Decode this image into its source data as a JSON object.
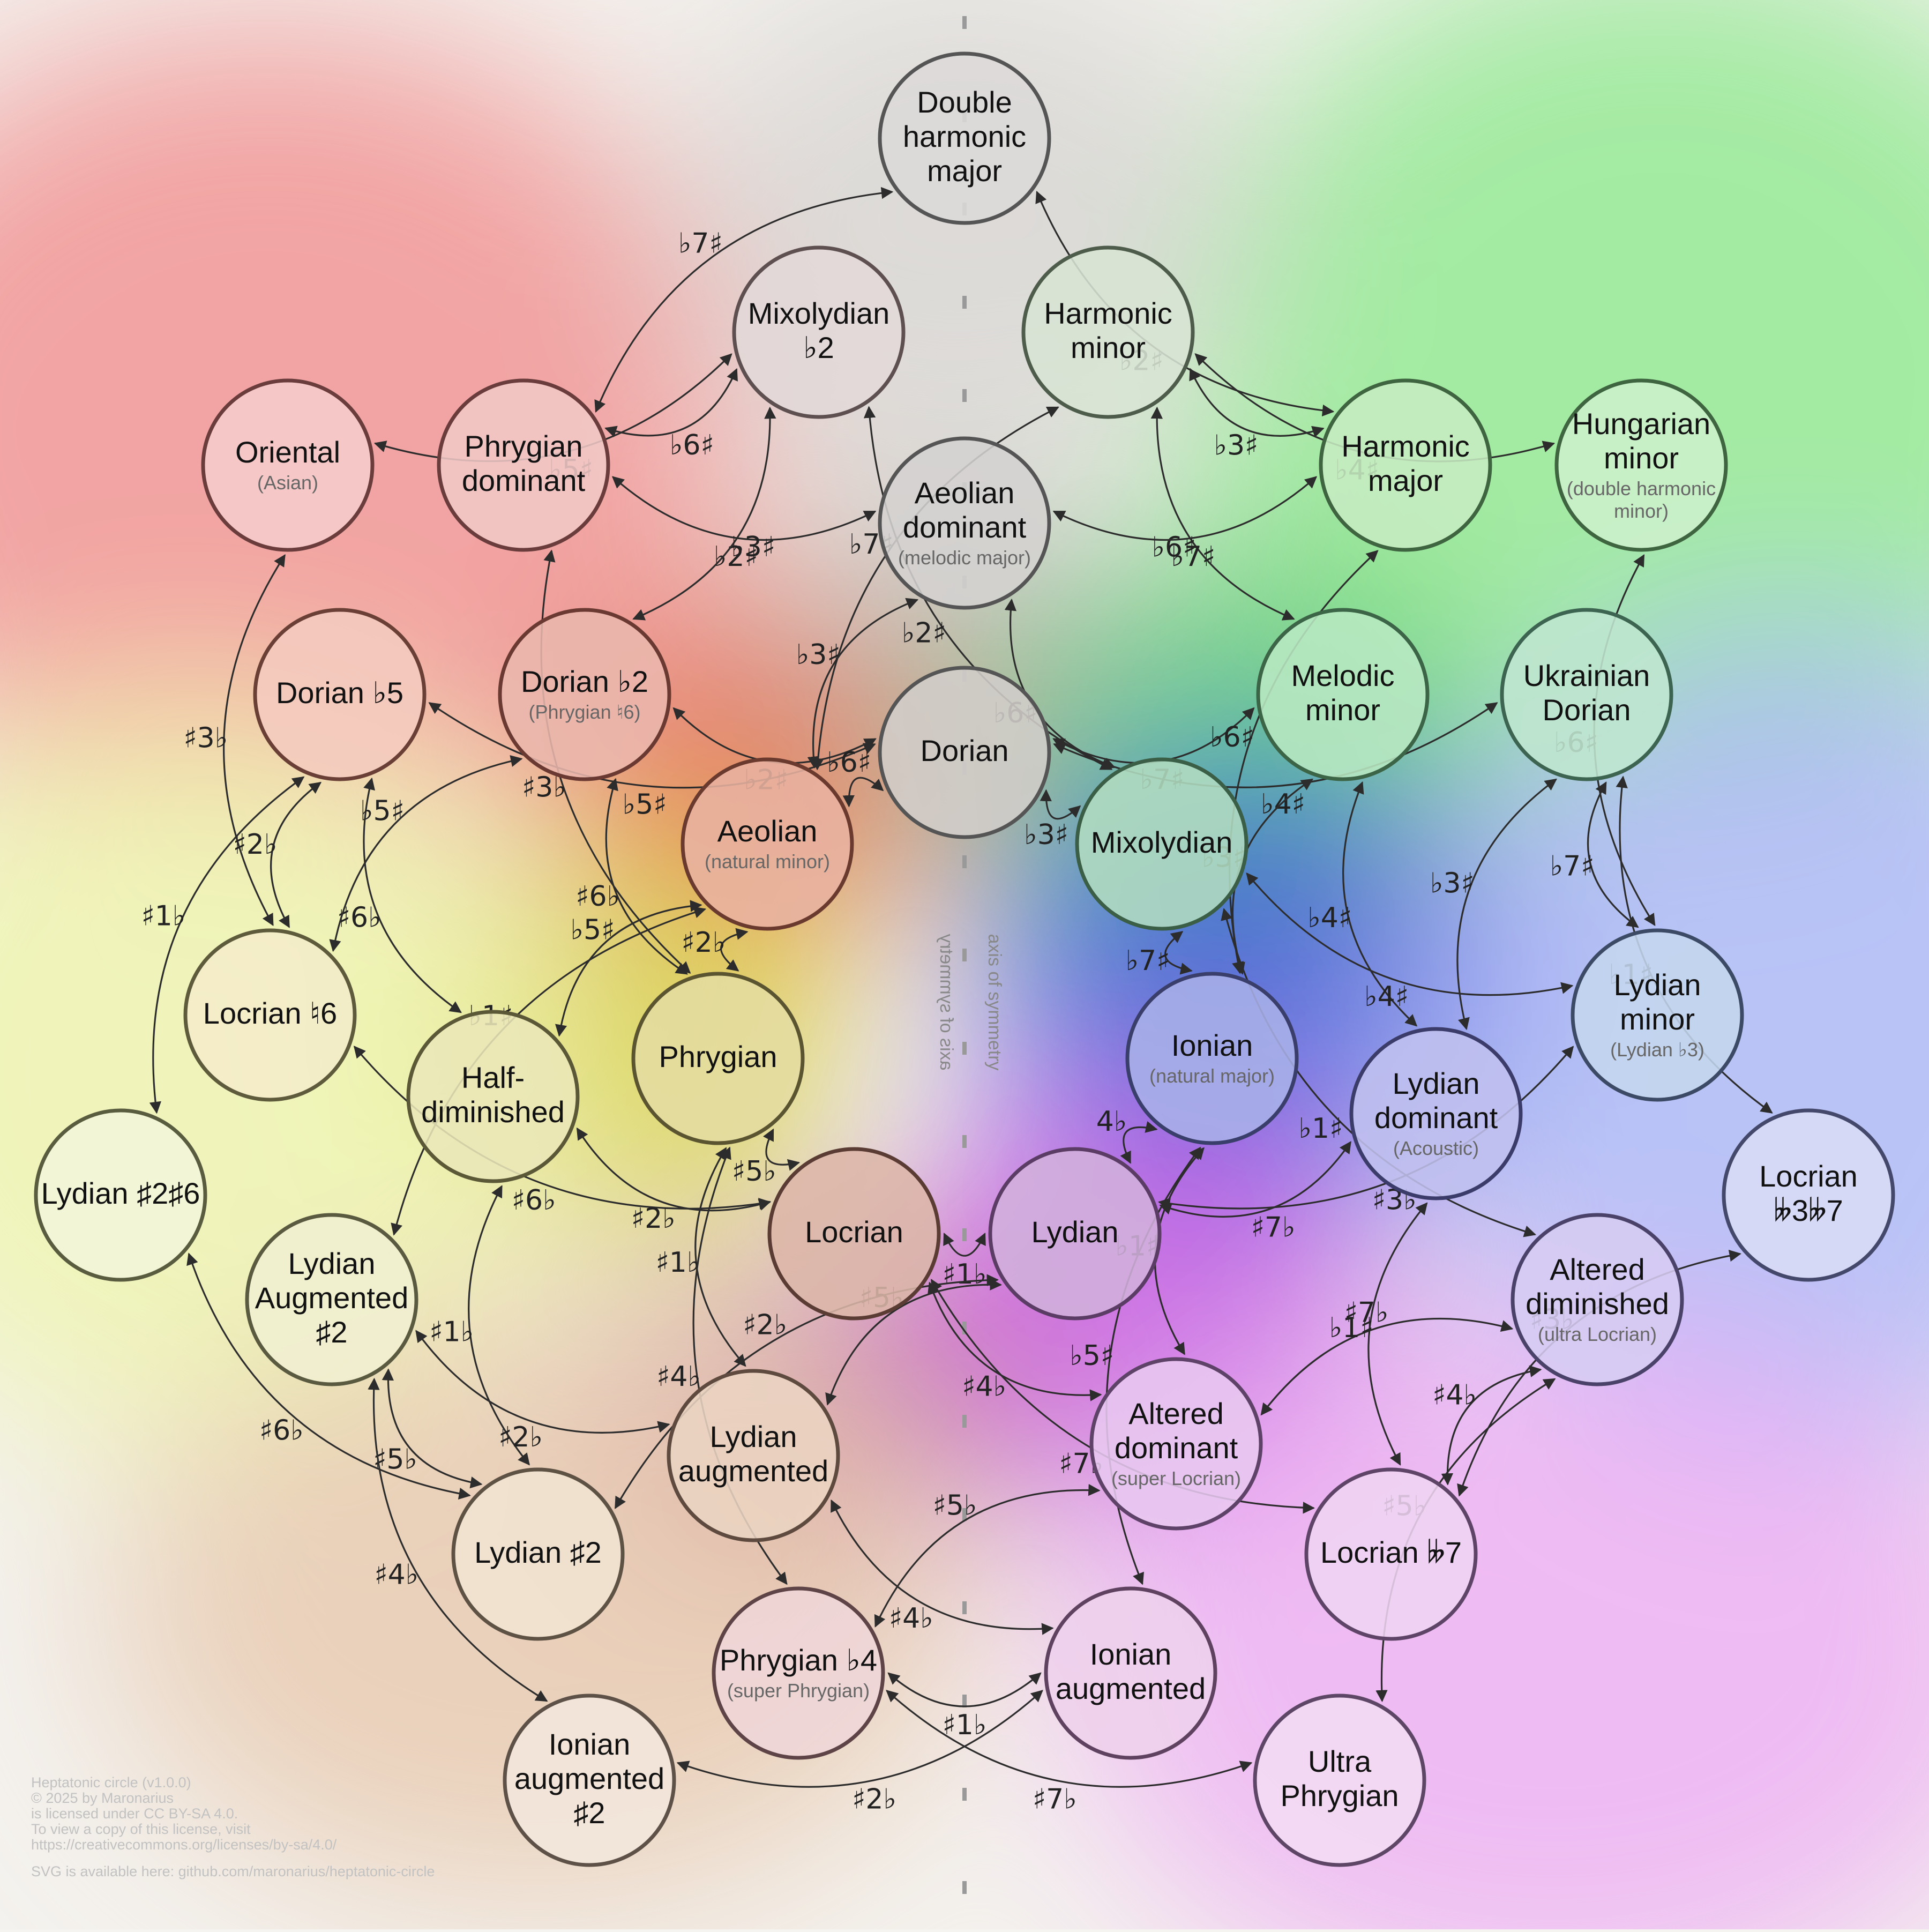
{
  "nodes": [
    {
      "id": "n1",
      "lines": [
        "Double",
        "harmonic",
        "major"
      ],
      "color": "#dcdad8",
      "stroke": "#555555"
    },
    {
      "id": "n2",
      "lines": [
        "Mixolydian",
        "♭2"
      ],
      "color": "#e2d8d8",
      "stroke": "#5e5050"
    },
    {
      "id": "n3",
      "lines": [
        "Harmonic",
        "minor"
      ],
      "color": "#d8e4d4",
      "stroke": "#4e5c4c"
    },
    {
      "id": "n4",
      "lines": [
        "Oriental"
      ],
      "sub": "(Asian)",
      "color": "#f5cccc",
      "stroke": "#6a3c3c"
    },
    {
      "id": "n5",
      "lines": [
        "Phrygian",
        "dominant"
      ],
      "color": "#f0c8c6",
      "stroke": "#6a3c3c"
    },
    {
      "id": "n6",
      "lines": [
        "Aeolian",
        "dominant"
      ],
      "sub": "(melodic major)",
      "color": "#d4d2d0",
      "stroke": "#555555"
    },
    {
      "id": "n7",
      "lines": [
        "Harmonic",
        "major"
      ],
      "color": "#c6ecc2",
      "stroke": "#3e6440"
    },
    {
      "id": "n8",
      "lines": [
        "Hungarian",
        "minor"
      ],
      "sub": "(double harmonic minor)",
      "subLines": [
        "(double harmonic",
        "minor)"
      ],
      "color": "#cdf0cc",
      "stroke": "#3e6440"
    },
    {
      "id": "n9",
      "lines": [
        "Dorian ♭5"
      ],
      "color": "#f4cbbf",
      "stroke": "#6a4036"
    },
    {
      "id": "n10",
      "lines": [
        "Dorian ♭2"
      ],
      "sub": "(Phrygian ♮6)",
      "color": "#eab7ad",
      "stroke": "#6a3a32"
    },
    {
      "id": "n11",
      "lines": [
        "Dorian"
      ],
      "color": "#d2cdca",
      "stroke": "#555555"
    },
    {
      "id": "n12",
      "lines": [
        "Melodic",
        "minor"
      ],
      "color": "#b8e8c2",
      "stroke": "#3c6446"
    },
    {
      "id": "n13",
      "lines": [
        "Ukrainian",
        "Dorian"
      ],
      "color": "#bfe6cf",
      "stroke": "#3c6450"
    },
    {
      "id": "n14",
      "lines": [
        "Aeolian"
      ],
      "sub": "(natural minor)",
      "color": "#e8b2a0",
      "stroke": "#6a3a2e"
    },
    {
      "id": "n15",
      "lines": [
        "Mixolydian"
      ],
      "color": "#b2dcc0",
      "stroke": "#3a5e46"
    },
    {
      "id": "n16",
      "lines": [
        "Locrian ♮6"
      ],
      "color": "#f4ecca",
      "stroke": "#5e5a3c"
    },
    {
      "id": "n17",
      "lines": [
        "Ionian"
      ],
      "sub": "(natural major)",
      "color": "#a8b0e8",
      "stroke": "#3a3e6a"
    },
    {
      "id": "n18",
      "lines": [
        "Lydian",
        "minor"
      ],
      "sub": "(Lydian ♭3)",
      "color": "#c4d6ee",
      "stroke": "#3c4a66"
    },
    {
      "id": "n19",
      "lines": [
        "Half-",
        "diminished"
      ],
      "color": "#eae7b8",
      "stroke": "#5a5836"
    },
    {
      "id": "n20",
      "lines": [
        "Phrygian"
      ],
      "color": "#e4dca0",
      "stroke": "#5a5430"
    },
    {
      "id": "n21",
      "lines": [
        "Lydian",
        "dominant"
      ],
      "sub": "(Acoustic)",
      "color": "#c0c0ef",
      "stroke": "#3c3c6a"
    },
    {
      "id": "n22",
      "lines": [
        "Lydian ♯2♯6"
      ],
      "color": "#f2f6da",
      "stroke": "#5a5c40"
    },
    {
      "id": "n23",
      "lines": [
        "Locrian"
      ],
      "color": "#dcb6a8",
      "stroke": "#5a3c34"
    },
    {
      "id": "n24",
      "lines": [
        "Lydian"
      ],
      "color": "#d2b0dc",
      "stroke": "#5a3c64"
    },
    {
      "id": "n25",
      "lines": [
        "Locrian",
        "𝄫3𝄫7"
      ],
      "color": "#d8dcf6",
      "stroke": "#44486a"
    },
    {
      "id": "n26",
      "lines": [
        "Lydian",
        "Augmented",
        "♯2"
      ],
      "color": "#f0efd0",
      "stroke": "#5a5a40"
    },
    {
      "id": "n27",
      "lines": [
        "Altered",
        "diminished"
      ],
      "sub": "(ultra Locrian)",
      "color": "#d6ccf2",
      "stroke": "#4a4268"
    },
    {
      "id": "n28",
      "lines": [
        "Lydian",
        "augmented"
      ],
      "color": "#ead4c2",
      "stroke": "#5e4a3e"
    },
    {
      "id": "n29",
      "lines": [
        "Altered",
        "dominant"
      ],
      "sub": "(super Locrian)",
      "color": "#e8c8f0",
      "stroke": "#5e4268"
    },
    {
      "id": "n30",
      "lines": [
        "Lydian ♯2"
      ],
      "color": "#f0e4d2",
      "stroke": "#5e5244"
    },
    {
      "id": "n31",
      "lines": [
        "Locrian 𝄫7"
      ],
      "color": "#efd4f2",
      "stroke": "#5e4466"
    },
    {
      "id": "n32",
      "lines": [
        "Phrygian ♭4"
      ],
      "sub": "(super Phrygian)",
      "color": "#efd6d8",
      "stroke": "#5e4446"
    },
    {
      "id": "n33",
      "lines": [
        "Ionian",
        "augmented"
      ],
      "color": "#eed0ec",
      "stroke": "#5e4260"
    },
    {
      "id": "n34",
      "lines": [
        "Ionian",
        "augmented",
        "♯2"
      ],
      "color": "#f2e6dc",
      "stroke": "#5e5248"
    },
    {
      "id": "n35",
      "lines": [
        "Ultra",
        "Phrygian"
      ],
      "color": "#f4dcf4",
      "stroke": "#5e4666"
    }
  ],
  "edges": [
    {
      "from": "n1",
      "to": "n5",
      "label": "♭7♯"
    },
    {
      "from": "n1",
      "to": "n7",
      "label": "♭2♯"
    },
    {
      "from": "n4",
      "to": "n2",
      "label": "♭5♯"
    },
    {
      "from": "n3",
      "to": "n8",
      "label": "♭4♯"
    },
    {
      "from": "n5",
      "to": "n2",
      "label": "♭6♯"
    },
    {
      "from": "n5",
      "to": "n6",
      "label": "♭2♯"
    },
    {
      "from": "n10",
      "to": "n2",
      "label": "♭3♯"
    },
    {
      "from": "n2",
      "to": "n15",
      "label": "♭2♯"
    },
    {
      "from": "n3",
      "to": "n14",
      "label": "♭7♯"
    },
    {
      "from": "n3",
      "to": "n7",
      "label": "♭3♯"
    },
    {
      "from": "n3",
      "to": "n12",
      "label": "♭6♯"
    },
    {
      "from": "n6",
      "to": "n7",
      "label": "♭7♯"
    },
    {
      "from": "n6",
      "to": "n14",
      "label": "♭3♯"
    },
    {
      "from": "n6",
      "to": "n15",
      "label": "♭6♯"
    },
    {
      "from": "n9",
      "to": "n11",
      "label": "♭5♯"
    },
    {
      "from": "n11",
      "to": "n13",
      "label": "♭4♯"
    },
    {
      "from": "n10",
      "to": "n11",
      "label": "♭2♯"
    },
    {
      "from": "n11",
      "to": "n12",
      "label": "♭7♯"
    },
    {
      "from": "n4",
      "to": "n16",
      "label": "♯3♭"
    },
    {
      "from": "n5",
      "to": "n20",
      "label": "♯3♭"
    },
    {
      "from": "n7",
      "to": "n17",
      "label": "♭6♯"
    },
    {
      "from": "n8",
      "to": "n18",
      "label": "♭6♯"
    },
    {
      "from": "n9",
      "to": "n22",
      "label": "♯1♭"
    },
    {
      "from": "n9",
      "to": "n16",
      "label": "♯2♭"
    },
    {
      "from": "n9",
      "to": "n19",
      "label": "♯6♭"
    },
    {
      "from": "n10",
      "to": "n16",
      "label": "♭5♯"
    },
    {
      "from": "n10",
      "to": "n20",
      "label": "♯6♭"
    },
    {
      "from": "n11",
      "to": "n14",
      "label": "♭6♯"
    },
    {
      "from": "n11",
      "to": "n15",
      "label": "♭3♯"
    },
    {
      "from": "n12",
      "to": "n17",
      "label": "♭3♯"
    },
    {
      "from": "n12",
      "to": "n21",
      "label": "♭4♯"
    },
    {
      "from": "n13",
      "to": "n21",
      "label": "♭3♯"
    },
    {
      "from": "n13",
      "to": "n18",
      "label": "♭7♯"
    },
    {
      "from": "n13",
      "to": "n25",
      "label": "♭1♯"
    },
    {
      "from": "n15",
      "to": "n18",
      "label": "♭4♯"
    },
    {
      "from": "n15",
      "to": "n27",
      "label": "♭1♯"
    },
    {
      "from": "n14",
      "to": "n19",
      "label": "♭5♯"
    },
    {
      "from": "n14",
      "to": "n20",
      "label": "♯2♭"
    },
    {
      "from": "n14",
      "to": "n26",
      "label": "♭1♯"
    },
    {
      "from": "n15",
      "to": "n17",
      "label": "♭7♯"
    },
    {
      "from": "n20",
      "to": "n23",
      "label": "♯5♭"
    },
    {
      "from": "n17",
      "to": "n24",
      "label": "4♭"
    },
    {
      "from": "n17",
      "to": "n29",
      "label": "♭1♯"
    },
    {
      "from": "n17",
      "to": "n33",
      "label": "♭5♯"
    },
    {
      "from": "n16",
      "to": "n23",
      "label": "♯6♭"
    },
    {
      "from": "n19",
      "to": "n23",
      "label": "♯2♭"
    },
    {
      "from": "n19",
      "to": "n30",
      "label": "♯1♭"
    },
    {
      "from": "n20",
      "to": "n28",
      "label": "♯1♭"
    },
    {
      "from": "n20",
      "to": "n32",
      "label": "♯4♭"
    },
    {
      "from": "n23",
      "to": "n24",
      "label": "♯1♭"
    },
    {
      "from": "n24",
      "to": "n21",
      "label": "♯7♭"
    },
    {
      "from": "n24",
      "to": "n18",
      "label": "♯3♭"
    },
    {
      "from": "n24",
      "to": "n28",
      "label": "♯5♭"
    },
    {
      "from": "n24",
      "to": "n30",
      "label": "♯2♭"
    },
    {
      "from": "n23",
      "to": "n29",
      "label": "♯4♭"
    },
    {
      "from": "n23",
      "to": "n31",
      "label": "♯7♭"
    },
    {
      "from": "n26",
      "to": "n28",
      "label": "♯2♭"
    },
    {
      "from": "n26",
      "to": "n30",
      "label": "♯5♭"
    },
    {
      "from": "n26",
      "to": "n34",
      "label": "♯4♭"
    },
    {
      "from": "n22",
      "to": "n30",
      "label": "♯6♭"
    },
    {
      "from": "n27",
      "to": "n29",
      "label": "♯7♭"
    },
    {
      "from": "n27",
      "to": "n31",
      "label": "♯4♭"
    },
    {
      "from": "n21",
      "to": "n31",
      "label": "♭1♯"
    },
    {
      "from": "n25",
      "to": "n31",
      "label": "♯3♭"
    },
    {
      "from": "n27",
      "to": "n35",
      "label": "♯5♭"
    },
    {
      "from": "n28",
      "to": "n33",
      "label": "♯4♭"
    },
    {
      "from": "n29",
      "to": "n32",
      "label": "♯5♭"
    },
    {
      "from": "n32",
      "to": "n33",
      "label": "♯1♭"
    },
    {
      "from": "n34",
      "to": "n33",
      "label": "♯2♭"
    },
    {
      "from": "n32",
      "to": "n35",
      "label": "♯7♭"
    }
  ],
  "axis_label": "axis of symmetry",
  "credits": {
    "license": "Heptatonic circle (v1.0.0)\n© 2025 by Maronarius\nis licensed under CC BY-SA 4.0.\nTo view a copy of this license, visit\nhttps://creativecommons.org/licenses/by-sa/4.0/",
    "svg": "SVG is available here: github.com/maronarius/heptatonic-circle"
  }
}
